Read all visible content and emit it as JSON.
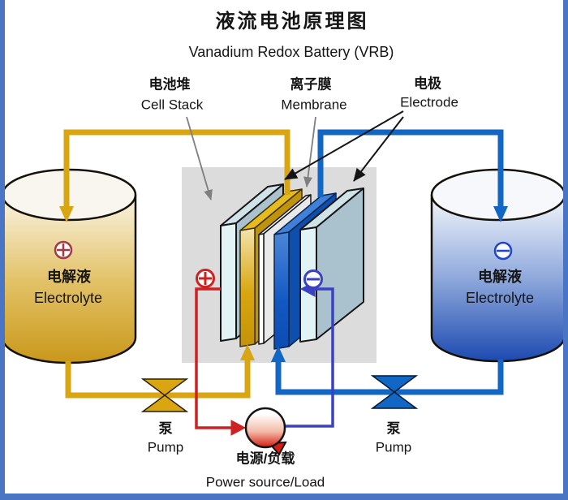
{
  "title": {
    "zh": "液流电池原理图",
    "en": "Vanadium Redox Battery (VRB)"
  },
  "callouts": {
    "cell_stack": {
      "zh": "电池堆",
      "en": "Cell Stack"
    },
    "membrane": {
      "zh": "离子膜",
      "en": "Membrane"
    },
    "electrode": {
      "zh": "电极",
      "en": "Electrode"
    }
  },
  "tanks": {
    "positive": {
      "label_zh": "电解液",
      "label_en": "Electrolyte",
      "terminal": "+"
    },
    "negative": {
      "label_zh": "电解液",
      "label_en": "Electrolyte",
      "terminal": "−"
    }
  },
  "pumps": {
    "left": {
      "zh": "泵",
      "en": "Pump"
    },
    "right": {
      "zh": "泵",
      "en": "Pump"
    }
  },
  "power_source": {
    "zh": "电源/负载",
    "en": "Power source/Load"
  },
  "icons": {
    "positive_terminal": "⊕",
    "negative_terminal": "⊖",
    "pump_valve": "bowtie-valve",
    "power_bubble": "shaded-sphere"
  },
  "colors": {
    "frame_border": "#4a74c4",
    "catholyte_pipe": "#d9a612",
    "anolyte_pipe": "#1266c4",
    "positive_wire": "#cc2222",
    "negative_wire": "#3a41c2",
    "stack_backdrop": "#dcdcdc",
    "tank_positive_bottom": "#c9981a",
    "tank_negative_bottom": "#1d4ab0",
    "gold_electrode": "#bf930a",
    "blue_electrode": "#0e4fae",
    "end_plate": "#a9c2ce",
    "membrane_plate": "#ffffff",
    "power_bubble_red": "#d41c12"
  }
}
